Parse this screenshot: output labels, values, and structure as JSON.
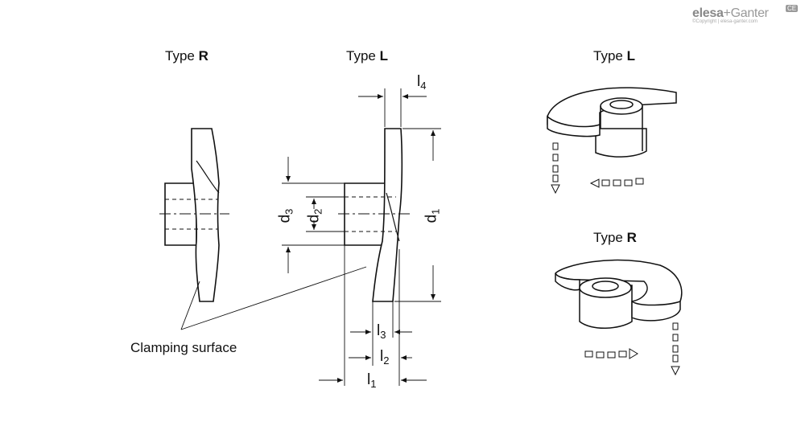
{
  "logo": {
    "brand_elesa": "elesa",
    "brand_plus": "+",
    "brand_ganter": "Ganter",
    "copyright": "©Copyright | elesa-ganter.com",
    "ce_mark": "CE"
  },
  "labels": {
    "side_type_r": {
      "prefix": "Type ",
      "letter": "R"
    },
    "side_type_l": {
      "prefix": "Type ",
      "letter": "L"
    },
    "iso_type_l": {
      "prefix": "Type ",
      "letter": "L"
    },
    "iso_type_r": {
      "prefix": "Type ",
      "letter": "R"
    },
    "clamping_surface": "Clamping surface"
  },
  "dimensions": {
    "l4": {
      "base": "l",
      "sub": "4"
    },
    "d3": {
      "base": "d",
      "sub": "3"
    },
    "d2": {
      "base": "d",
      "sub": "2"
    },
    "d1": {
      "base": "d",
      "sub": "1"
    },
    "l3": {
      "base": "l",
      "sub": "3"
    },
    "l2": {
      "base": "l",
      "sub": "2"
    },
    "l1": {
      "base": "l",
      "sub": "1"
    }
  }
}
